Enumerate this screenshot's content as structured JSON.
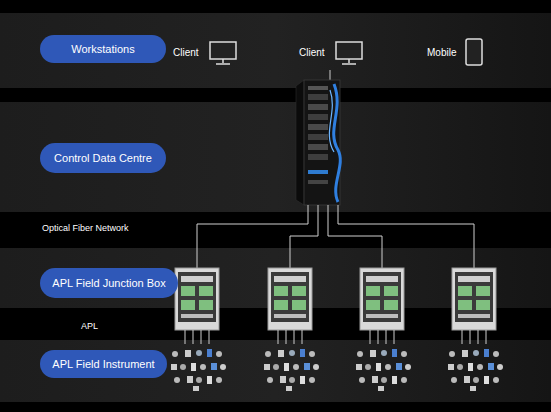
{
  "diagram": {
    "nodes": [
      {
        "text": [
          "Workstations"
        ]
      },
      {
        "text": [
          "Control Data Centre"
        ]
      },
      {
        "text": [
          "APL Field Junction Box"
        ]
      },
      {
        "text": [
          "APL Field Instrument"
        ]
      }
    ],
    "labels": [
      "Client",
      "Client",
      "Mobile",
      "Optical Fiber Network",
      "APL"
    ]
  }
}
